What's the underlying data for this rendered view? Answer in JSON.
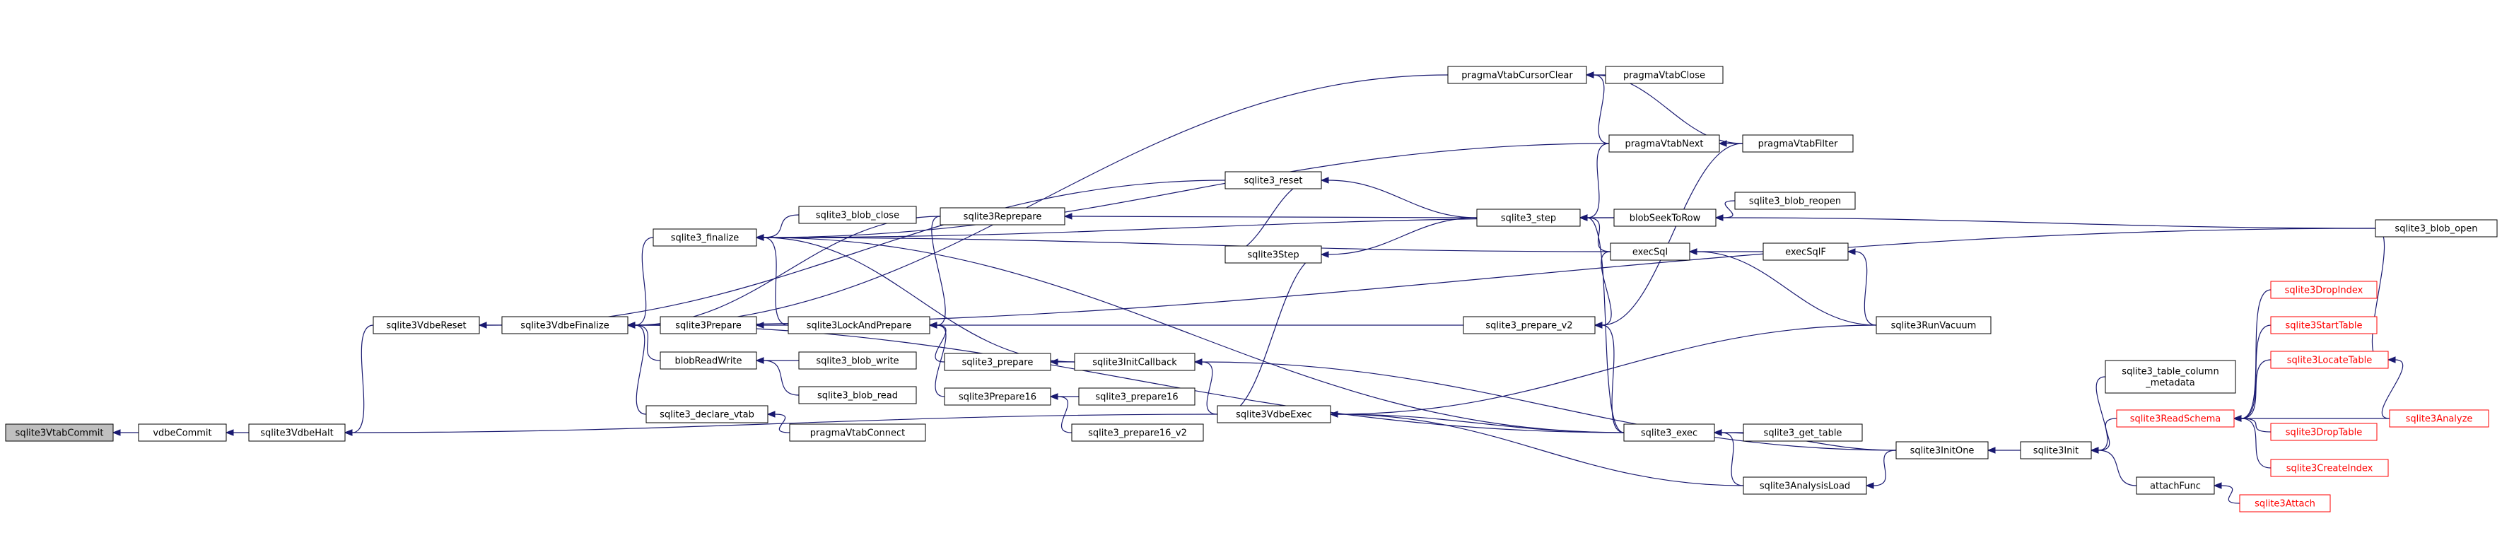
{
  "graph": {
    "colors": {
      "edge": "#191970",
      "root_fill": "#bfbfbf",
      "node_fill": "#ffffff",
      "truncated_text": "#ff0000"
    },
    "nodes": [
      {
        "id": "sqlite3VtabCommit",
        "label": "sqlite3VtabCommit",
        "style": "root"
      },
      {
        "id": "vdbeCommit",
        "label": "vdbeCommit"
      },
      {
        "id": "sqlite3VdbeHalt",
        "label": "sqlite3VdbeHalt"
      },
      {
        "id": "sqlite3VdbeReset",
        "label": "sqlite3VdbeReset"
      },
      {
        "id": "sqlite3VdbeFinalize",
        "label": "sqlite3VdbeFinalize"
      },
      {
        "id": "sqlite3_finalize",
        "label": "sqlite3_finalize"
      },
      {
        "id": "sqlite3Prepare",
        "label": "sqlite3Prepare"
      },
      {
        "id": "blobReadWrite",
        "label": "blobReadWrite"
      },
      {
        "id": "sqlite3_declare_vtab",
        "label": "sqlite3_declare_vtab"
      },
      {
        "id": "sqlite3_blob_close",
        "label": "sqlite3_blob_close"
      },
      {
        "id": "sqlite3LockAndPrepare",
        "label": "sqlite3LockAndPrepare"
      },
      {
        "id": "sqlite3_blob_write",
        "label": "sqlite3_blob_write"
      },
      {
        "id": "sqlite3_blob_read",
        "label": "sqlite3_blob_read"
      },
      {
        "id": "pragmaVtabConnect",
        "label": "pragmaVtabConnect"
      },
      {
        "id": "sqlite3Reprepare",
        "label": "sqlite3Reprepare"
      },
      {
        "id": "sqlite3_prepare",
        "label": "sqlite3_prepare"
      },
      {
        "id": "sqlite3Prepare16",
        "label": "sqlite3Prepare16"
      },
      {
        "id": "sqlite3InitCallback",
        "label": "sqlite3InitCallback"
      },
      {
        "id": "sqlite3_prepare16",
        "label": "sqlite3_prepare16"
      },
      {
        "id": "sqlite3_prepare16_v2",
        "label": "sqlite3_prepare16_v2"
      },
      {
        "id": "sqlite3_reset",
        "label": "sqlite3_reset"
      },
      {
        "id": "sqlite3Step",
        "label": "sqlite3Step"
      },
      {
        "id": "sqlite3VdbeExec",
        "label": "sqlite3VdbeExec"
      },
      {
        "id": "pragmaVtabCursorClear",
        "label": "pragmaVtabCursorClear"
      },
      {
        "id": "pragmaVtabClose",
        "label": "pragmaVtabClose"
      },
      {
        "id": "pragmaVtabNext",
        "label": "pragmaVtabNext"
      },
      {
        "id": "pragmaVtabFilter",
        "label": "pragmaVtabFilter"
      },
      {
        "id": "sqlite3_step",
        "label": "sqlite3_step"
      },
      {
        "id": "blobSeekToRow",
        "label": "blobSeekToRow"
      },
      {
        "id": "sqlite3_blob_reopen",
        "label": "sqlite3_blob_reopen"
      },
      {
        "id": "sqlite3_blob_open",
        "label": "sqlite3_blob_open"
      },
      {
        "id": "execSql",
        "label": "execSql"
      },
      {
        "id": "execSqlF",
        "label": "execSqlF"
      },
      {
        "id": "sqlite3_prepare_v2",
        "label": "sqlite3_prepare_v2"
      },
      {
        "id": "sqlite3RunVacuum",
        "label": "sqlite3RunVacuum"
      },
      {
        "id": "sqlite3_exec",
        "label": "sqlite3_exec"
      },
      {
        "id": "sqlite3_get_table",
        "label": "sqlite3_get_table"
      },
      {
        "id": "sqlite3InitOne",
        "label": "sqlite3InitOne"
      },
      {
        "id": "sqlite3AnalysisLoad",
        "label": "sqlite3AnalysisLoad"
      },
      {
        "id": "sqlite3Init",
        "label": "sqlite3Init"
      },
      {
        "id": "sqlite3_table_column_metadata",
        "label": "sqlite3_table_column\n_metadata"
      },
      {
        "id": "sqlite3ReadSchema",
        "label": "sqlite3ReadSchema",
        "style": "truncated"
      },
      {
        "id": "attachFunc",
        "label": "attachFunc"
      },
      {
        "id": "sqlite3Attach",
        "label": "sqlite3Attach",
        "style": "truncated"
      },
      {
        "id": "sqlite3DropIndex",
        "label": "sqlite3DropIndex",
        "style": "truncated"
      },
      {
        "id": "sqlite3StartTable",
        "label": "sqlite3StartTable",
        "style": "truncated"
      },
      {
        "id": "sqlite3LocateTable",
        "label": "sqlite3LocateTable",
        "style": "truncated"
      },
      {
        "id": "sqlite3Analyze",
        "label": "sqlite3Analyze",
        "style": "truncated"
      },
      {
        "id": "sqlite3DropTable",
        "label": "sqlite3DropTable",
        "style": "truncated"
      },
      {
        "id": "sqlite3CreateIndex",
        "label": "sqlite3CreateIndex",
        "style": "truncated"
      }
    ],
    "edges": [
      [
        "sqlite3VtabCommit",
        "vdbeCommit"
      ],
      [
        "vdbeCommit",
        "sqlite3VdbeHalt"
      ],
      [
        "sqlite3VdbeHalt",
        "sqlite3VdbeReset"
      ],
      [
        "sqlite3VdbeHalt",
        "sqlite3VdbeExec"
      ],
      [
        "sqlite3VdbeReset",
        "sqlite3VdbeFinalize"
      ],
      [
        "sqlite3VdbeReset",
        "sqlite3_reset"
      ],
      [
        "sqlite3VdbeFinalize",
        "sqlite3_finalize"
      ],
      [
        "sqlite3VdbeFinalize",
        "sqlite3Prepare"
      ],
      [
        "sqlite3VdbeFinalize",
        "blobReadWrite"
      ],
      [
        "sqlite3VdbeFinalize",
        "sqlite3_declare_vtab"
      ],
      [
        "sqlite3VdbeFinalize",
        "sqlite3Reprepare"
      ],
      [
        "sqlite3VdbeFinalize",
        "pragmaVtabCursorClear"
      ],
      [
        "sqlite3VdbeFinalize",
        "sqlite3_blob_open"
      ],
      [
        "sqlite3VdbeFinalize",
        "sqlite3_exec"
      ],
      [
        "sqlite3_finalize",
        "sqlite3_blob_close"
      ],
      [
        "sqlite3_finalize",
        "sqlite3LockAndPrepare"
      ],
      [
        "sqlite3_finalize",
        "sqlite3InitCallback"
      ],
      [
        "sqlite3_finalize",
        "pragmaVtabNext"
      ],
      [
        "sqlite3_finalize",
        "blobSeekToRow"
      ],
      [
        "sqlite3_finalize",
        "execSql"
      ],
      [
        "sqlite3_finalize",
        "sqlite3_exec"
      ],
      [
        "sqlite3Prepare",
        "sqlite3LockAndPrepare"
      ],
      [
        "blobReadWrite",
        "sqlite3_blob_write"
      ],
      [
        "blobReadWrite",
        "sqlite3_blob_read"
      ],
      [
        "sqlite3_declare_vtab",
        "pragmaVtabConnect"
      ],
      [
        "sqlite3LockAndPrepare",
        "sqlite3Reprepare"
      ],
      [
        "sqlite3LockAndPrepare",
        "sqlite3_prepare"
      ],
      [
        "sqlite3LockAndPrepare",
        "sqlite3Prepare16"
      ],
      [
        "sqlite3LockAndPrepare",
        "sqlite3_prepare_v2"
      ],
      [
        "sqlite3Reprepare",
        "sqlite3_step"
      ],
      [
        "sqlite3_prepare",
        "sqlite3InitCallback"
      ],
      [
        "sqlite3Prepare16",
        "sqlite3_prepare16"
      ],
      [
        "sqlite3Prepare16",
        "sqlite3_prepare16_v2"
      ],
      [
        "sqlite3InitCallback",
        "sqlite3VdbeExec"
      ],
      [
        "sqlite3InitCallback",
        "sqlite3InitOne"
      ],
      [
        "sqlite3_reset",
        "sqlite3Step"
      ],
      [
        "sqlite3_reset",
        "sqlite3_step"
      ],
      [
        "sqlite3Step",
        "sqlite3_step"
      ],
      [
        "sqlite3VdbeExec",
        "sqlite3Step"
      ],
      [
        "sqlite3VdbeExec",
        "sqlite3_exec"
      ],
      [
        "sqlite3VdbeExec",
        "sqlite3RunVacuum"
      ],
      [
        "sqlite3VdbeExec",
        "sqlite3AnalysisLoad"
      ],
      [
        "pragmaVtabCursorClear",
        "pragmaVtabClose"
      ],
      [
        "pragmaVtabCursorClear",
        "pragmaVtabNext"
      ],
      [
        "pragmaVtabCursorClear",
        "pragmaVtabFilter"
      ],
      [
        "pragmaVtabNext",
        "pragmaVtabFilter"
      ],
      [
        "sqlite3_step",
        "pragmaVtabNext"
      ],
      [
        "sqlite3_step",
        "blobSeekToRow"
      ],
      [
        "sqlite3_step",
        "execSql"
      ],
      [
        "sqlite3_step",
        "sqlite3_exec"
      ],
      [
        "blobSeekToRow",
        "sqlite3_blob_reopen"
      ],
      [
        "blobSeekToRow",
        "sqlite3_blob_open"
      ],
      [
        "execSql",
        "execSqlF"
      ],
      [
        "execSql",
        "sqlite3RunVacuum"
      ],
      [
        "execSqlF",
        "sqlite3RunVacuum"
      ],
      [
        "sqlite3_prepare_v2",
        "execSql"
      ],
      [
        "sqlite3_prepare_v2",
        "pragmaVtabFilter"
      ],
      [
        "sqlite3_prepare_v2",
        "sqlite3_exec"
      ],
      [
        "sqlite3_exec",
        "sqlite3_get_table"
      ],
      [
        "sqlite3_exec",
        "sqlite3InitOne"
      ],
      [
        "sqlite3_exec",
        "sqlite3AnalysisLoad"
      ],
      [
        "sqlite3AnalysisLoad",
        "sqlite3InitOne"
      ],
      [
        "sqlite3InitOne",
        "sqlite3Init"
      ],
      [
        "sqlite3Init",
        "sqlite3_table_column_metadata"
      ],
      [
        "sqlite3Init",
        "sqlite3ReadSchema"
      ],
      [
        "sqlite3Init",
        "attachFunc"
      ],
      [
        "attachFunc",
        "sqlite3Attach"
      ],
      [
        "sqlite3ReadSchema",
        "sqlite3DropIndex"
      ],
      [
        "sqlite3ReadSchema",
        "sqlite3StartTable"
      ],
      [
        "sqlite3ReadSchema",
        "sqlite3LocateTable"
      ],
      [
        "sqlite3ReadSchema",
        "sqlite3Analyze"
      ],
      [
        "sqlite3ReadSchema",
        "sqlite3DropTable"
      ],
      [
        "sqlite3ReadSchema",
        "sqlite3CreateIndex"
      ],
      [
        "sqlite3LocateTable",
        "sqlite3Analyze"
      ],
      [
        "sqlite3LocateTable",
        "sqlite3_blob_open"
      ]
    ]
  }
}
